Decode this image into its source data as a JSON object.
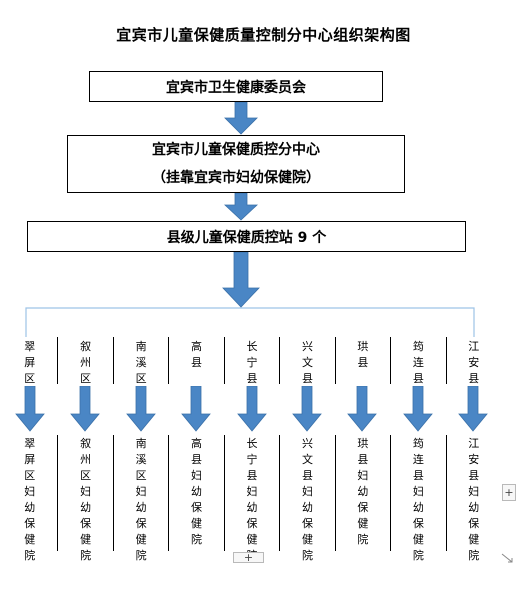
{
  "title": "宜宾市儿童保健质量控制分中心组织架构图",
  "top_box": "宜宾市卫生健康委员会",
  "center_box": {
    "line1": "宜宾市儿童保健质控分中心",
    "line2": "（挂靠宜宾市妇幼保健院）"
  },
  "county_box": "县级儿童保健质控站 9 个",
  "regions": [
    "翠屏区",
    "叙州区",
    "南溪区",
    "高县",
    "长宁县",
    "兴文县",
    "珙县",
    "筠连县",
    "江安县"
  ],
  "hospitals": [
    "翠屏区妇幼保健院",
    "叙州区妇幼保健院",
    "南溪区妇幼保健院",
    "高县妇幼保健院",
    "长宁县妇幼保健院",
    "兴文县妇幼保健院",
    "珙县妇幼保健院",
    "筠连县妇幼保健院",
    "江安县妇幼保健院"
  ],
  "controls": {
    "plus_right": "+",
    "plus_bottom": "+"
  },
  "colors": {
    "arrow": "#4a86c5",
    "connector": "#9dc3e6",
    "border": "#000000"
  }
}
